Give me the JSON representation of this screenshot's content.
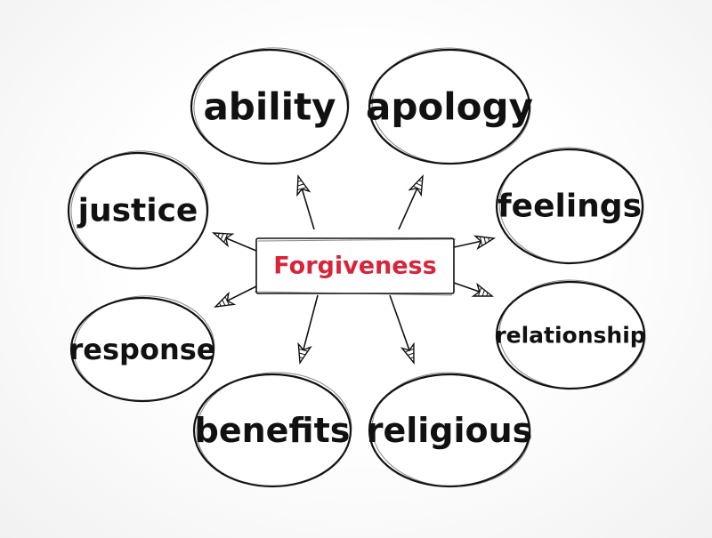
{
  "center": {
    "label": "Forgiveness",
    "color": "#d8253a"
  },
  "nodes": [
    {
      "id": "ability",
      "label": "ability"
    },
    {
      "id": "apology",
      "label": "apology"
    },
    {
      "id": "justice",
      "label": "justice"
    },
    {
      "id": "feelings",
      "label": "feelings"
    },
    {
      "id": "response",
      "label": "response"
    },
    {
      "id": "relationship",
      "label": "relationship"
    },
    {
      "id": "benefits",
      "label": "benefits"
    },
    {
      "id": "religious",
      "label": "religious"
    }
  ]
}
